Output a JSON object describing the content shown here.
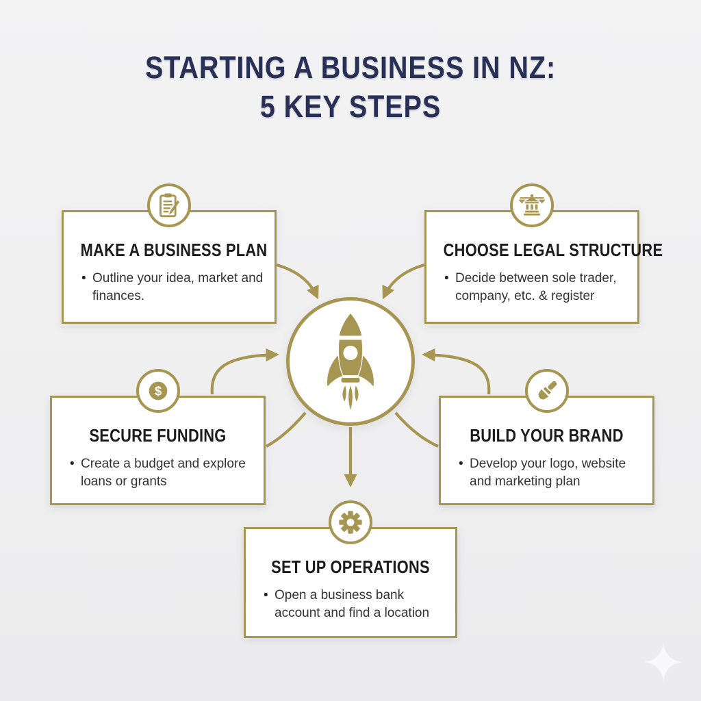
{
  "colors": {
    "gold": "#A79552",
    "navy": "#283055",
    "background": "#F0F0F1",
    "card": "#FFFFFF",
    "heading": "#1C1C1E",
    "body": "#333333",
    "sparkle": "#F8F8FA"
  },
  "bullet_char": "•",
  "title": {
    "line1": "STARTING A BUSINESS IN NZ:",
    "line2": "5 KEY STEPS"
  },
  "center": {
    "icon": "rocket-icon"
  },
  "steps": [
    {
      "id": "business-plan",
      "icon": "clipboard-pencil-icon",
      "title": "MAKE A BUSINESS PLAN",
      "description": "Outline your idea, market and finances."
    },
    {
      "id": "legal-structure",
      "icon": "courthouse-scales-icon",
      "title": "CHOOSE LEGAL STRUCTURE",
      "description": "Decide between sole trader, company, etc. & register"
    },
    {
      "id": "secure-funding",
      "icon": "dollar-sign-icon",
      "title": "SECURE FUNDING",
      "description": "Create a budget and explore loans or grants"
    },
    {
      "id": "build-brand",
      "icon": "paintbrush-icon",
      "title": "BUILD YOUR BRAND",
      "description": "Develop your logo, website and marketing plan"
    },
    {
      "id": "operations",
      "icon": "gear-icon",
      "title": "SET UP OPERATIONS",
      "description": "Open a business bank account and find a location"
    }
  ],
  "decoration": {
    "icon": "sparkle-icon"
  }
}
